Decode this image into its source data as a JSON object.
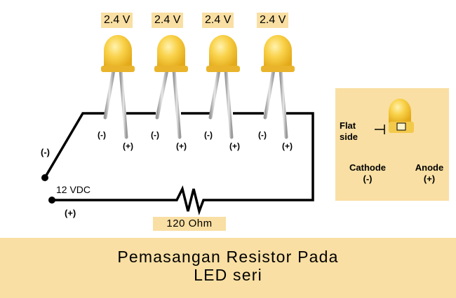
{
  "leds": [
    {
      "voltage": "2.4 V",
      "neg": "(-)",
      "pos": "(+)"
    },
    {
      "voltage": "2.4 V",
      "neg": "(-)",
      "pos": "(+)"
    },
    {
      "voltage": "2.4 V",
      "neg": "(-)",
      "pos": "(+)"
    },
    {
      "voltage": "2.4 V",
      "neg": "(-)",
      "pos": "(+)"
    }
  ],
  "source": {
    "label": "12 VDC",
    "neg": "(-)",
    "pos": "(+)"
  },
  "resistor": {
    "label": "120 Ohm"
  },
  "inset": {
    "flat_side": [
      "Flat",
      "side"
    ],
    "cathode": [
      "Cathode",
      "(-)"
    ],
    "anode": [
      "Anode",
      "(+)"
    ]
  },
  "banner": {
    "line1": "Pemasangan Resistor Pada",
    "line2": "LED seri"
  },
  "colors": {
    "accent_bg": "#f9dfa3",
    "led_body": "#f7cd45",
    "wire": "#000000",
    "leg": "#b9b9b9"
  }
}
